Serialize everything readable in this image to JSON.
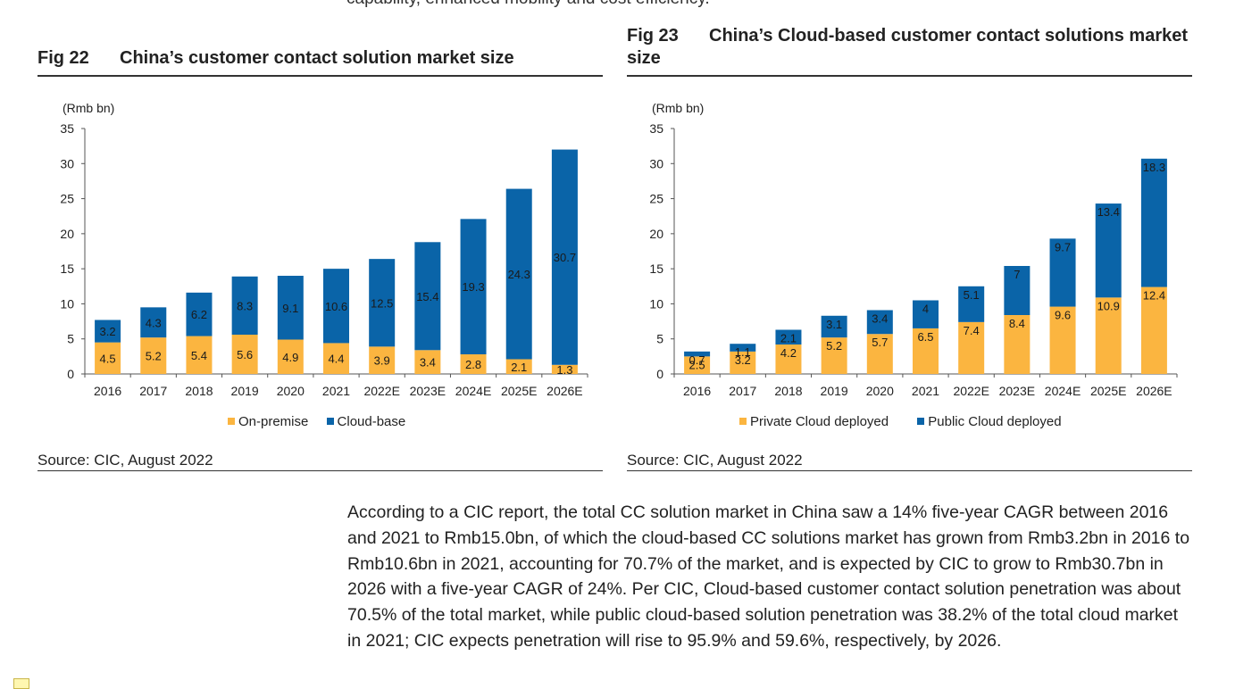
{
  "header": {
    "cut_text": "capability, enhanced mobility and cost efficiency."
  },
  "chart_data": [
    {
      "type": "bar",
      "stacked": true,
      "fig_number": "Fig 22",
      "title": "China’s customer contact solution market size",
      "unit": "(Rmb bn)",
      "categories": [
        "2016",
        "2017",
        "2018",
        "2019",
        "2020",
        "2021",
        "2022E",
        "2023E",
        "2024E",
        "2025E",
        "2026E"
      ],
      "series": [
        {
          "name": "On-premise",
          "color": "#fbb540",
          "values": [
            4.5,
            5.2,
            5.4,
            5.6,
            4.9,
            4.4,
            3.9,
            3.4,
            2.8,
            2.1,
            1.3
          ]
        },
        {
          "name": "Cloud-base",
          "color": "#0a64a8",
          "values": [
            3.2,
            4.3,
            6.2,
            8.3,
            9.1,
            10.6,
            12.5,
            15.4,
            19.3,
            24.3,
            30.7
          ]
        }
      ],
      "label_positions": "center",
      "yticks": [
        0,
        5,
        10,
        15,
        20,
        25,
        30,
        35
      ],
      "ylim": [
        0,
        35
      ],
      "grid": false,
      "legend": "bottom-center",
      "source": "Source: CIC, August 2022"
    },
    {
      "type": "bar",
      "stacked": true,
      "fig_number": "Fig 23",
      "title": "China’s Cloud-based customer contact solutions market size",
      "unit": "(Rmb bn)",
      "categories": [
        "2016",
        "2017",
        "2018",
        "2019",
        "2020",
        "2021",
        "2022E",
        "2023E",
        "2024E",
        "2025E",
        "2026E"
      ],
      "series": [
        {
          "name": "Private Cloud deployed",
          "color": "#fbb540",
          "values": [
            2.5,
            3.2,
            4.2,
            5.2,
            5.7,
            6.5,
            7.4,
            8.4,
            9.6,
            10.9,
            12.4
          ]
        },
        {
          "name": "Public Cloud deployed",
          "color": "#0a64a8",
          "values": [
            0.7,
            1.1,
            2.1,
            3.1,
            3.4,
            4,
            5.1,
            7,
            9.7,
            13.4,
            18.3
          ]
        }
      ],
      "label_positions": "top-inside",
      "yticks": [
        0,
        5,
        10,
        15,
        20,
        25,
        30,
        35
      ],
      "ylim": [
        0,
        35
      ],
      "grid": false,
      "legend": "bottom-center",
      "source": "Source: CIC, August 2022"
    }
  ],
  "paragraph": "According to a CIC report, the total CC solution market in China saw a 14% five-year CAGR between 2016 and 2021 to Rmb15.0bn, of which the cloud-based CC solutions market has grown from Rmb3.2bn in 2016 to Rmb10.6bn in 2021, accounting for 70.7% of the market, and is expected by CIC to grow to Rmb30.7bn in 2026 with a five-year CAGR of 24%. Per CIC, Cloud-based customer contact solution penetration was about 70.5% of the total market, while public cloud-based solution penetration was 38.2% of the total cloud market in 2021; CIC expects penetration will rise to 95.9% and 59.6%, respectively, by 2026."
}
